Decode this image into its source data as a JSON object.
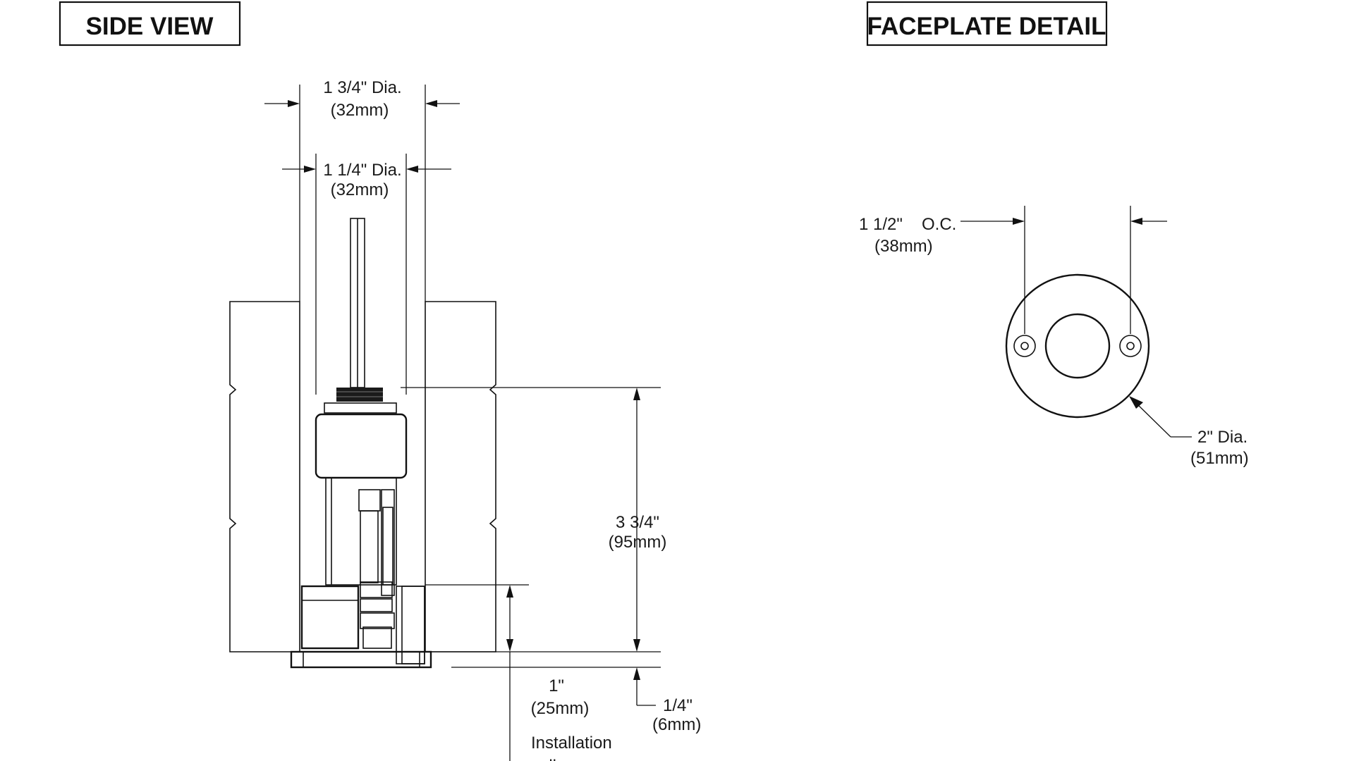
{
  "side_view": {
    "title": "SIDE VIEW",
    "dims": {
      "outer_dia": [
        "1 3/4\" Dia.",
        "(32mm)"
      ],
      "inner_dia": [
        "1 1/4\" Dia.",
        "(32mm)"
      ],
      "height": [
        "3 3/4\"",
        "(95mm)"
      ],
      "collar_depth": [
        "1\"",
        "(25mm)"
      ],
      "flange": [
        "1/4\"",
        "(6mm)"
      ],
      "collar_note": [
        "Installation",
        "collar"
      ]
    }
  },
  "faceplate_detail": {
    "title": "FACEPLATE DETAIL",
    "dims": {
      "hole_spacing": [
        "1 1/2\"",
        "O.C.",
        "(38mm)"
      ],
      "plate_dia": [
        "2\" Dia.",
        "(51mm)"
      ]
    }
  },
  "colors": {
    "line": "#111111",
    "concrete_fill": "#f4f4f4",
    "background": "#ffffff"
  }
}
